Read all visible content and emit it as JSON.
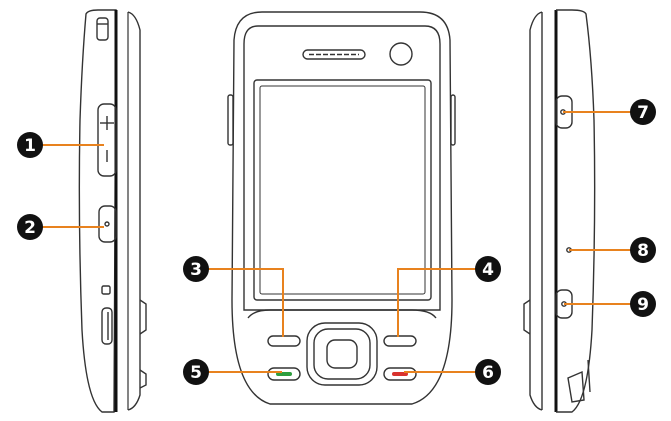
{
  "diagram": {
    "views": [
      "left-side",
      "front",
      "right-side"
    ],
    "callouts": [
      {
        "id": "1",
        "label": "1",
        "side": "left"
      },
      {
        "id": "2",
        "label": "2",
        "side": "left"
      },
      {
        "id": "3",
        "label": "3",
        "side": "left"
      },
      {
        "id": "4",
        "label": "4",
        "side": "right"
      },
      {
        "id": "5",
        "label": "5",
        "side": "left"
      },
      {
        "id": "6",
        "label": "6",
        "side": "right"
      },
      {
        "id": "7",
        "label": "7",
        "side": "right"
      },
      {
        "id": "8",
        "label": "8",
        "side": "right"
      },
      {
        "id": "9",
        "label": "9",
        "side": "right"
      }
    ],
    "colors": {
      "leader_line": "#e8821e",
      "badge": "#111111",
      "outline": "#333333",
      "call_key": "#2e9e3e",
      "end_key": "#d8322e"
    }
  }
}
